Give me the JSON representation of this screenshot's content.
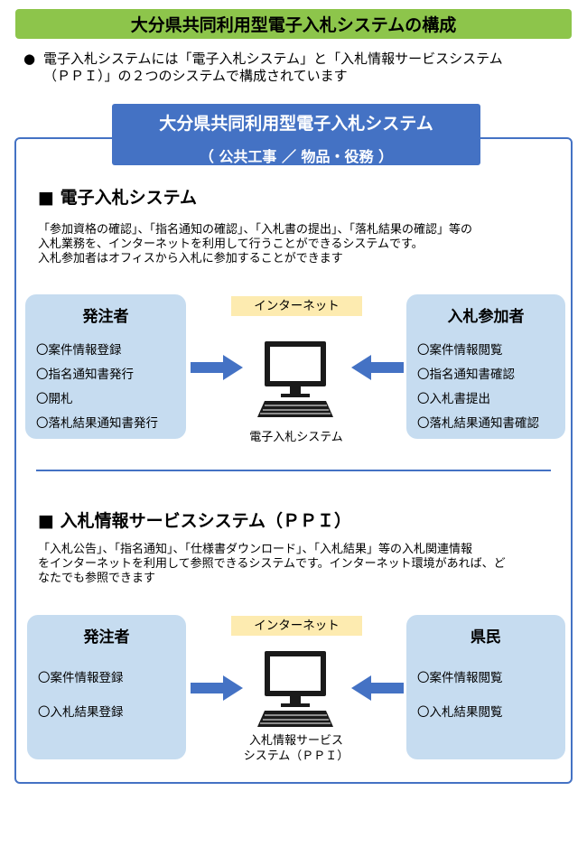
{
  "page_title": "大分県共同利用型電子入札システムの構成",
  "intro": {
    "bullet": "●",
    "line1": "電子入札システムには「電子入札システム」と「入札情報サービスシステム",
    "line2": "（ＰＰＩ）」の２つのシステムで構成されています"
  },
  "system_title": {
    "line1": "大分県共同利用型電子入札システム",
    "line2": "（ 公共工事 ／ 物品・役務 ）"
  },
  "section1": {
    "heading": "■ 電子入札システム",
    "desc": [
      "「参加資格の確認」、「指名通知の確認」、「入札書の提出」、「落札結果の確認」等の",
      "入札業務を、インターネットを利用して行うことができるシステムです。",
      "入札参加者はオフィスから入札に参加することができます"
    ],
    "internet_label": "インターネット",
    "computer_caption": [
      "電子入札システム"
    ],
    "left_box": {
      "title": "発注者",
      "items": [
        "〇案件情報登録",
        "〇指名通知書発行",
        "〇開札",
        "〇落札結果通知書発行"
      ]
    },
    "right_box": {
      "title": "入札参加者",
      "items": [
        "〇案件情報閲覧",
        "〇指名通知書確認",
        "〇入札書提出",
        "〇落札結果通知書確認"
      ]
    }
  },
  "section2": {
    "heading": "■ 入札情報サービスシステム（ＰＰＩ）",
    "desc": [
      "「入札公告」、「指名通知」、「仕様書ダウンロード」、「入札結果」等の入札関連情報",
      "をインターネットを利用して参照できるシステムです。インターネット環境があれば、ど",
      "なたでも参照できます"
    ],
    "internet_label": "インターネット",
    "computer_caption": [
      "入札情報サービス",
      "システム（ＰＰＩ）"
    ],
    "left_box": {
      "title": "発注者",
      "items": [
        "〇案件情報登録",
        "〇入札結果登録"
      ]
    },
    "right_box": {
      "title": "県民",
      "items": [
        "〇案件情報閲覧",
        "〇入札結果閲覧"
      ]
    }
  },
  "colors": {
    "banner": "#8dc54b",
    "accent_blue": "#4472c4",
    "box_fill": "#c6dcf0",
    "tag_fill": "#fdebb0"
  },
  "icons": [
    "computer-icon",
    "arrow-right-icon",
    "arrow-left-icon"
  ]
}
